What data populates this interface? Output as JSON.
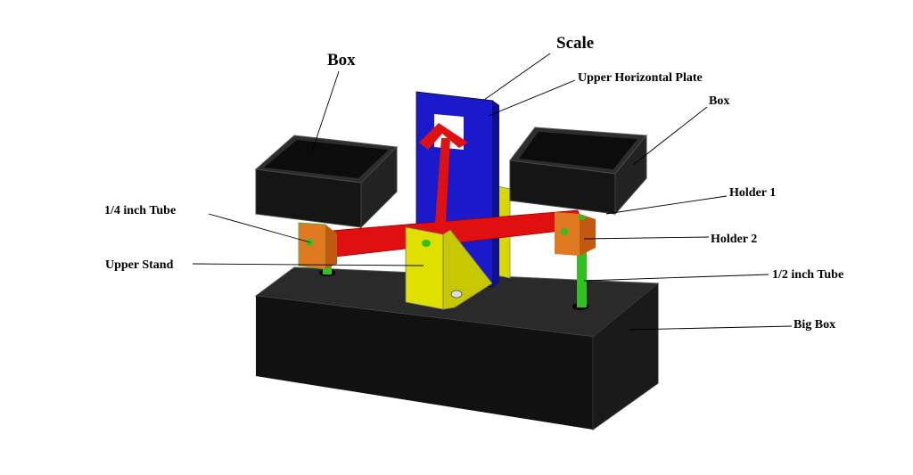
{
  "labels": {
    "scale": "Scale",
    "upper_horizontal_plate": "Upper Horizontal Plate",
    "box_left": "Box",
    "box_right": "Box",
    "holder_1": "Holder 1",
    "holder_2": "Holder 2",
    "quarter_inch_tube": "1/4 inch Tube",
    "upper_stand": "Upper Stand",
    "half_inch_tube": "1/2 inch Tube",
    "big_box": "Big Box"
  },
  "colors": {
    "box": "#1c1c1c",
    "scale": "#1a1acc",
    "plate": "#e01010",
    "stand": "#e0e000",
    "holder": "#e07a20",
    "tube": "#30c020"
  }
}
